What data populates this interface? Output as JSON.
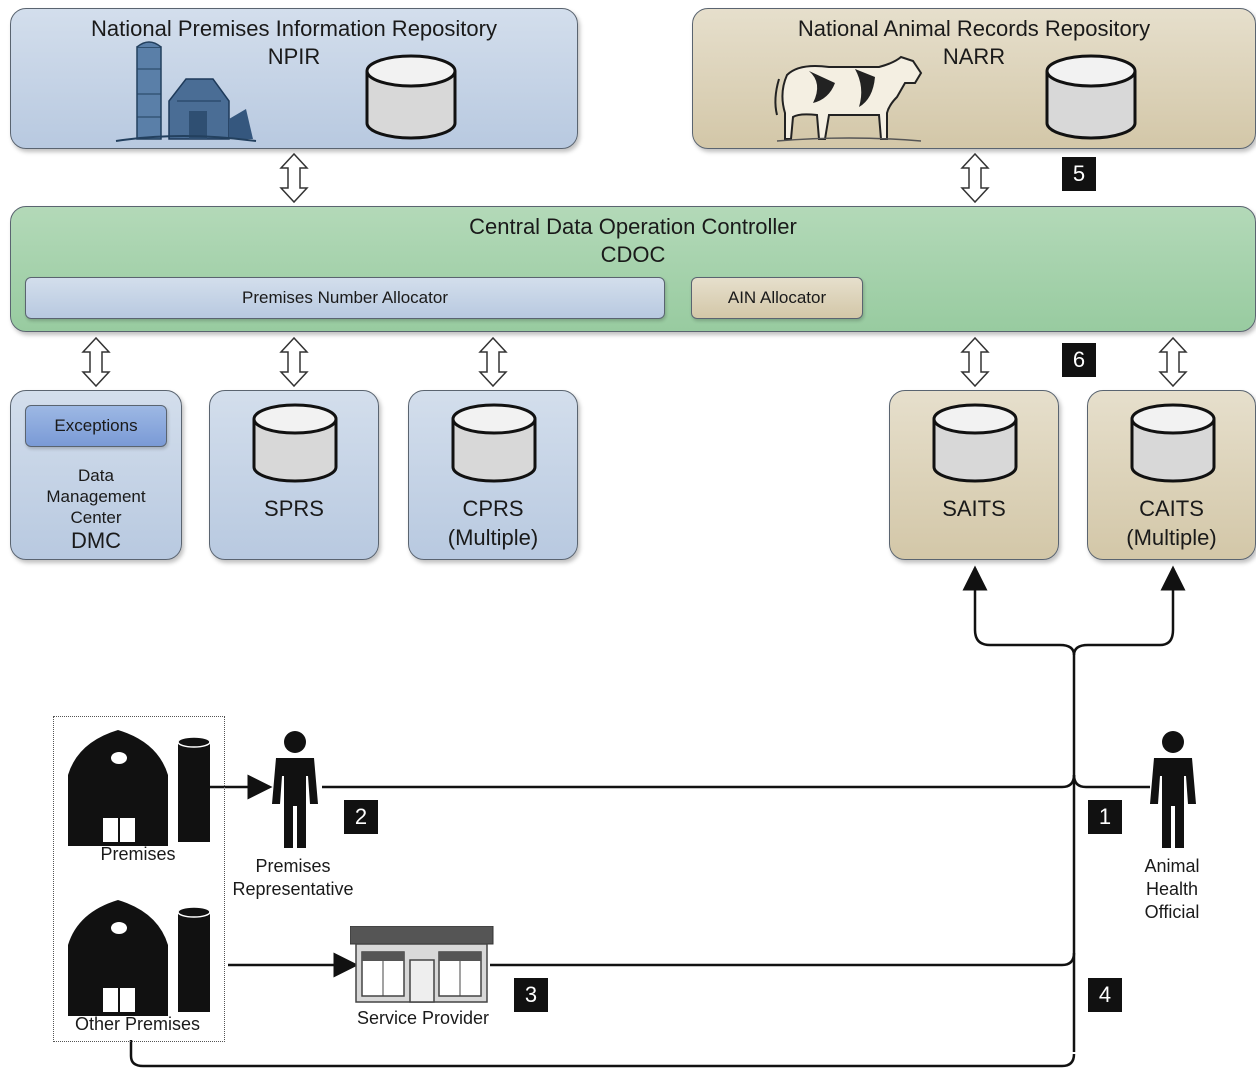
{
  "npir": {
    "title": "National Premises Information Repository",
    "abbr": "NPIR"
  },
  "narr": {
    "title": "National Animal Records Repository",
    "abbr": "NARR"
  },
  "cdoc": {
    "title": "Central Data Operation Controller",
    "abbr": "CDOC",
    "premises_number_allocator": "Premises Number Allocator",
    "ain_allocator": "AIN Allocator"
  },
  "dmc": {
    "exceptions": "Exceptions",
    "line1": "Data",
    "line2": "Management",
    "line3": "Center",
    "abbr": "DMC"
  },
  "sprs": {
    "label": "SPRS"
  },
  "cprs": {
    "label": "CPRS",
    "sub": "(Multiple)"
  },
  "saits": {
    "label": "SAITS"
  },
  "caits": {
    "label": "CAITS",
    "sub": "(Multiple)"
  },
  "actors": {
    "premises": "Premises",
    "other_premises": "Other Premises",
    "rep_line1": "Premises",
    "rep_line2": "Representative",
    "service_provider": "Service Provider",
    "aho_line1": "Animal",
    "aho_line2": "Health",
    "aho_line3": "Official"
  },
  "badges": {
    "b1": "1",
    "b2": "2",
    "b3": "3",
    "b4": "4",
    "b5": "5",
    "b6": "6"
  }
}
